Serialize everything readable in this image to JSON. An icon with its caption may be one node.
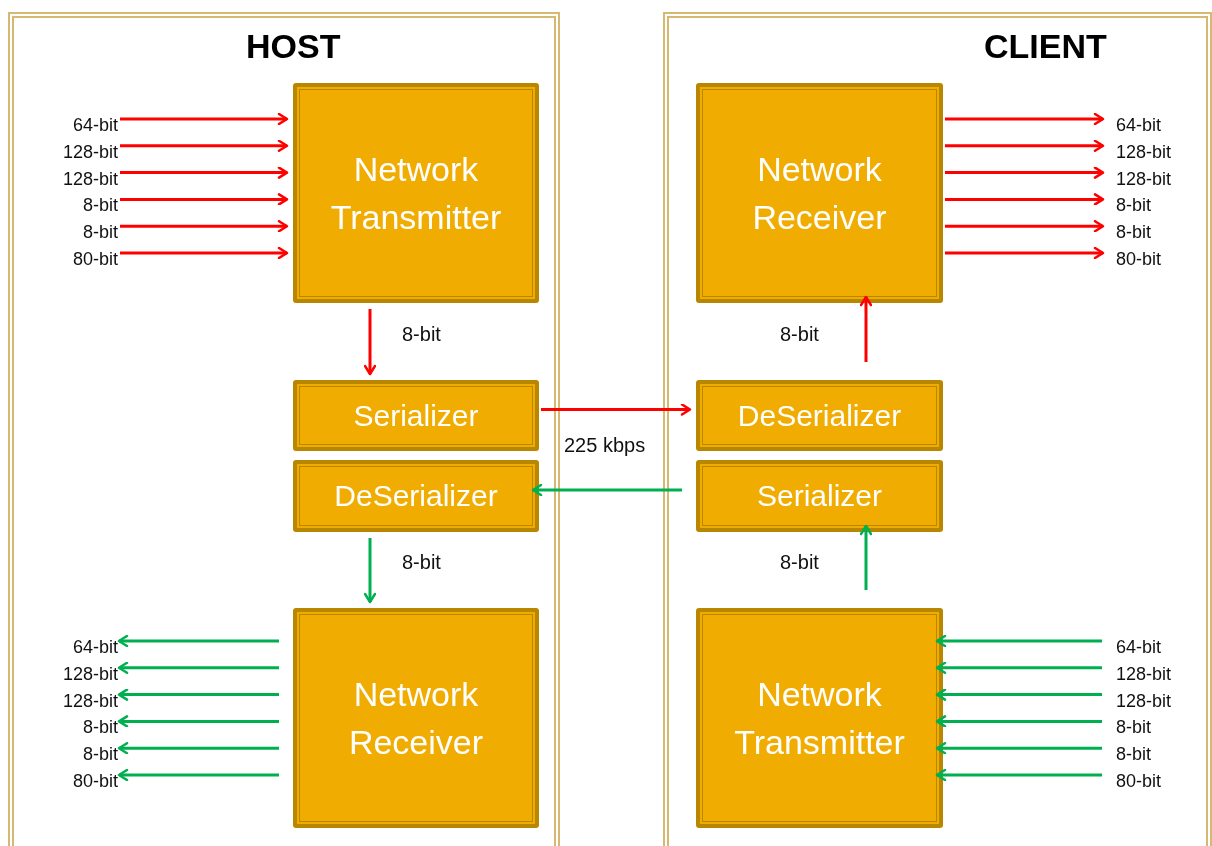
{
  "diagram": {
    "nodes": [
      {
        "text": [
          "HOST"
        ]
      },
      {
        "text": [
          "64-bit"
        ],
        "in": 0
      },
      {
        "text": [
          "128-bit"
        ],
        "in": 0
      },
      {
        "text": [
          "128-bit"
        ],
        "in": 0
      },
      {
        "text": [
          "8-bit"
        ],
        "in": 0
      },
      {
        "text": [
          "8-bit"
        ],
        "in": 0
      },
      {
        "text": [
          "80-bit"
        ],
        "in": 0
      },
      {
        "text": [
          "Network Transmitter"
        ],
        "in": 0
      },
      {
        "text": [
          "Serializer"
        ],
        "in": 0
      },
      {
        "text": [
          "DeSerializer"
        ],
        "in": 0
      },
      {
        "text": [
          "Network Receiver"
        ],
        "in": 0
      },
      {
        "text": [
          "64-bit"
        ],
        "in": 0
      },
      {
        "text": [
          "128-bit"
        ],
        "in": 0
      },
      {
        "text": [
          "128-bit"
        ],
        "in": 0
      },
      {
        "text": [
          "8-bit"
        ],
        "in": 0
      },
      {
        "text": [
          "8-bit"
        ],
        "in": 0
      },
      {
        "text": [
          "80-bit"
        ],
        "in": 0
      },
      {
        "text": [
          "CLIENT"
        ]
      },
      {
        "text": [
          "Network Receiver"
        ],
        "in": 17
      },
      {
        "text": [
          "64-bit"
        ],
        "in": 17
      },
      {
        "text": [
          "128-bit"
        ],
        "in": 17
      },
      {
        "text": [
          "128-bit"
        ],
        "in": 17
      },
      {
        "text": [
          "8-bit"
        ],
        "in": 17
      },
      {
        "text": [
          "8-bit"
        ],
        "in": 17
      },
      {
        "text": [
          "80-bit"
        ],
        "in": 17
      },
      {
        "text": [
          "DeSerializer"
        ],
        "in": 17
      },
      {
        "text": [
          "Serializer"
        ],
        "in": 17
      },
      {
        "text": [
          "Network Transmitter"
        ],
        "in": 17
      },
      {
        "text": [
          "64-bit"
        ],
        "in": 17
      },
      {
        "text": [
          "128-bit"
        ],
        "in": 17
      },
      {
        "text": [
          "128-bit"
        ],
        "in": 17
      },
      {
        "text": [
          "8-bit"
        ],
        "in": 17
      },
      {
        "text": [
          "8-bit"
        ],
        "in": 17
      },
      {
        "text": [
          "80-bit"
        ],
        "in": 17
      }
    ],
    "edges": [
      {
        "from": 1,
        "to": 7,
        "arrow": "to",
        "color": "#ff0000"
      },
      {
        "from": 2,
        "to": 7,
        "arrow": "to",
        "color": "#ff0000"
      },
      {
        "from": 3,
        "to": 7,
        "arrow": "to",
        "color": "#ff0000"
      },
      {
        "from": 4,
        "to": 7,
        "arrow": "to",
        "color": "#ff0000"
      },
      {
        "from": 5,
        "to": 7,
        "arrow": "to",
        "color": "#ff0000"
      },
      {
        "from": 6,
        "to": 7,
        "arrow": "to",
        "color": "#ff0000"
      },
      {
        "from": 7,
        "to": 8,
        "arrow": "to",
        "label": "8-bit",
        "color": "#ff0000"
      },
      {
        "from": 8,
        "to": 25,
        "arrow": "to",
        "label": "225 kbps",
        "color": "#ff0000"
      },
      {
        "from": 26,
        "to": 9,
        "arrow": "to",
        "color": "#00b050"
      },
      {
        "from": 9,
        "to": 10,
        "arrow": "to",
        "label": "8-bit",
        "color": "#00b050"
      },
      {
        "from": 10,
        "to": 11,
        "arrow": "to",
        "color": "#00b050"
      },
      {
        "from": 10,
        "to": 12,
        "arrow": "to",
        "color": "#00b050"
      },
      {
        "from": 10,
        "to": 13,
        "arrow": "to",
        "color": "#00b050"
      },
      {
        "from": 10,
        "to": 14,
        "arrow": "to",
        "color": "#00b050"
      },
      {
        "from": 10,
        "to": 15,
        "arrow": "to",
        "color": "#00b050"
      },
      {
        "from": 10,
        "to": 16,
        "arrow": "to",
        "color": "#00b050"
      },
      {
        "from": 25,
        "to": 18,
        "arrow": "to",
        "label": "8-bit",
        "color": "#ff0000"
      },
      {
        "from": 18,
        "to": 19,
        "arrow": "to",
        "color": "#ff0000"
      },
      {
        "from": 18,
        "to": 20,
        "arrow": "to",
        "color": "#ff0000"
      },
      {
        "from": 18,
        "to": 21,
        "arrow": "to",
        "color": "#ff0000"
      },
      {
        "from": 18,
        "to": 22,
        "arrow": "to",
        "color": "#ff0000"
      },
      {
        "from": 18,
        "to": 23,
        "arrow": "to",
        "color": "#ff0000"
      },
      {
        "from": 18,
        "to": 24,
        "arrow": "to",
        "color": "#ff0000"
      },
      {
        "from": 27,
        "to": 26,
        "arrow": "to",
        "label": "8-bit",
        "color": "#00b050"
      },
      {
        "from": 28,
        "to": 27,
        "arrow": "to",
        "color": "#00b050"
      },
      {
        "from": 29,
        "to": 27,
        "arrow": "to",
        "color": "#00b050"
      },
      {
        "from": 30,
        "to": 27,
        "arrow": "to",
        "color": "#00b050"
      },
      {
        "from": 31,
        "to": 27,
        "arrow": "to",
        "color": "#00b050"
      },
      {
        "from": 32,
        "to": 27,
        "arrow": "to",
        "color": "#00b050"
      },
      {
        "from": 33,
        "to": 27,
        "arrow": "to",
        "color": "#00b050"
      }
    ]
  }
}
